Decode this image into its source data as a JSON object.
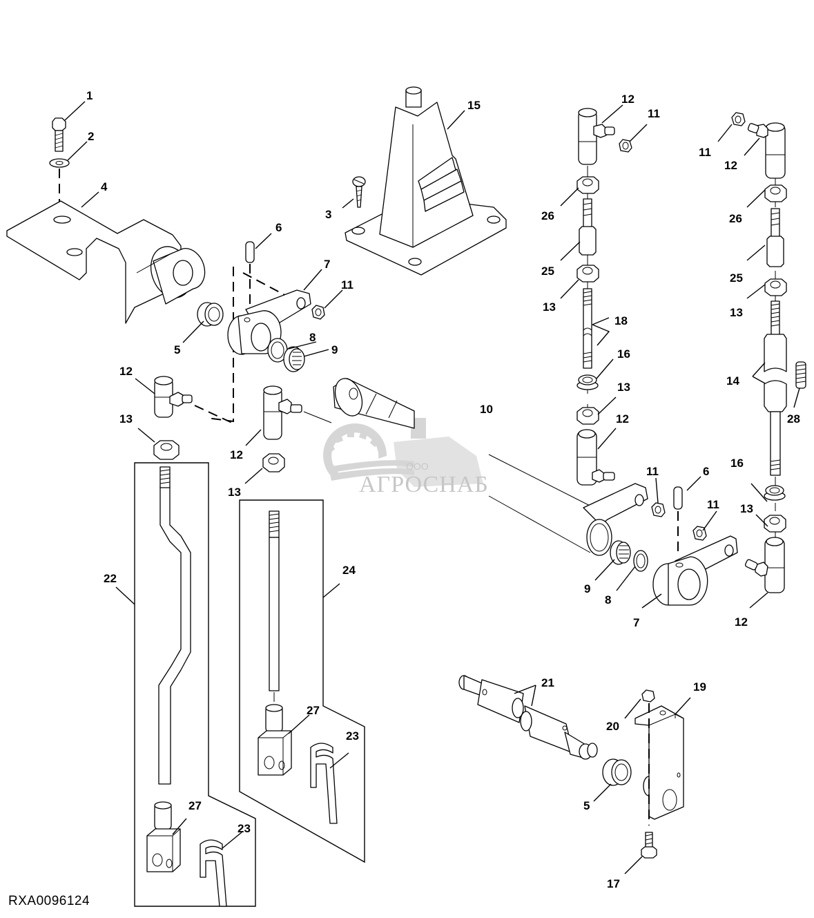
{
  "diagram": {
    "title": "Exploded parts diagram — gear shift linkage assembly",
    "drawing_id": "RXA0096124",
    "watermark": {
      "prefix": "ООО",
      "brand": "АГРОСНАБ"
    },
    "callouts": [
      {
        "id": "c1",
        "label": "1",
        "part": "cap screw"
      },
      {
        "id": "c2",
        "label": "2",
        "part": "washer"
      },
      {
        "id": "c3",
        "label": "3",
        "part": "tapping screw"
      },
      {
        "id": "c4",
        "label": "4",
        "part": "support bracket"
      },
      {
        "id": "c5a",
        "label": "5",
        "part": "bushing"
      },
      {
        "id": "c5b",
        "label": "5",
        "part": "bushing"
      },
      {
        "id": "c6a",
        "label": "6",
        "part": "spring pin"
      },
      {
        "id": "c6b",
        "label": "6",
        "part": "spring pin"
      },
      {
        "id": "c7a",
        "label": "7",
        "part": "shift arm"
      },
      {
        "id": "c7b",
        "label": "7",
        "part": "shift arm"
      },
      {
        "id": "c8a",
        "label": "8",
        "part": "washer"
      },
      {
        "id": "c8b",
        "label": "8",
        "part": "washer"
      },
      {
        "id": "c9a",
        "label": "9",
        "part": "needle bearing"
      },
      {
        "id": "c9b",
        "label": "9",
        "part": "needle bearing"
      },
      {
        "id": "c10",
        "label": "10",
        "part": "shift lever tube"
      },
      {
        "id": "c11a",
        "label": "11",
        "part": "lock nut"
      },
      {
        "id": "c11b",
        "label": "11",
        "part": "lock nut"
      },
      {
        "id": "c11c",
        "label": "11",
        "part": "lock nut"
      },
      {
        "id": "c11d",
        "label": "11",
        "part": "lock nut"
      },
      {
        "id": "c11e",
        "label": "11",
        "part": "lock nut"
      },
      {
        "id": "c12a",
        "label": "12",
        "part": "ball joint"
      },
      {
        "id": "c12b",
        "label": "12",
        "part": "ball joint"
      },
      {
        "id": "c12c",
        "label": "12",
        "part": "ball joint"
      },
      {
        "id": "c12d",
        "label": "12",
        "part": "ball joint"
      },
      {
        "id": "c12e",
        "label": "12",
        "part": "ball joint"
      },
      {
        "id": "c12f",
        "label": "12",
        "part": "ball joint"
      },
      {
        "id": "c13a",
        "label": "13",
        "part": "nut"
      },
      {
        "id": "c13b",
        "label": "13",
        "part": "nut"
      },
      {
        "id": "c13c",
        "label": "13",
        "part": "nut"
      },
      {
        "id": "c13d",
        "label": "13",
        "part": "nut"
      },
      {
        "id": "c13e",
        "label": "13",
        "part": "nut"
      },
      {
        "id": "c13f",
        "label": "13",
        "part": "nut"
      },
      {
        "id": "c14",
        "label": "14",
        "part": "shift rod"
      },
      {
        "id": "c15",
        "label": "15",
        "part": "boot"
      },
      {
        "id": "c16a",
        "label": "16",
        "part": "spacer"
      },
      {
        "id": "c16b",
        "label": "16",
        "part": "spacer"
      },
      {
        "id": "c17",
        "label": "17",
        "part": "cap screw"
      },
      {
        "id": "c18",
        "label": "18",
        "part": "shift rod"
      },
      {
        "id": "c19",
        "label": "19",
        "part": "bracket"
      },
      {
        "id": "c20",
        "label": "20",
        "part": "nut"
      },
      {
        "id": "c21",
        "label": "21",
        "part": "shaft"
      },
      {
        "id": "c22",
        "label": "22",
        "part": "shift rod kit"
      },
      {
        "id": "c23a",
        "label": "23",
        "part": "clip"
      },
      {
        "id": "c23b",
        "label": "23",
        "part": "clip"
      },
      {
        "id": "c24",
        "label": "24",
        "part": "shift rod kit"
      },
      {
        "id": "c25a",
        "label": "25",
        "part": "coupler"
      },
      {
        "id": "c25b",
        "label": "25",
        "part": "coupler"
      },
      {
        "id": "c26a",
        "label": "26",
        "part": "nut"
      },
      {
        "id": "c26b",
        "label": "26",
        "part": "nut"
      },
      {
        "id": "c27a",
        "label": "27",
        "part": "clevis"
      },
      {
        "id": "c27b",
        "label": "27",
        "part": "clevis"
      },
      {
        "id": "c28",
        "label": "28",
        "part": "spring"
      }
    ]
  }
}
